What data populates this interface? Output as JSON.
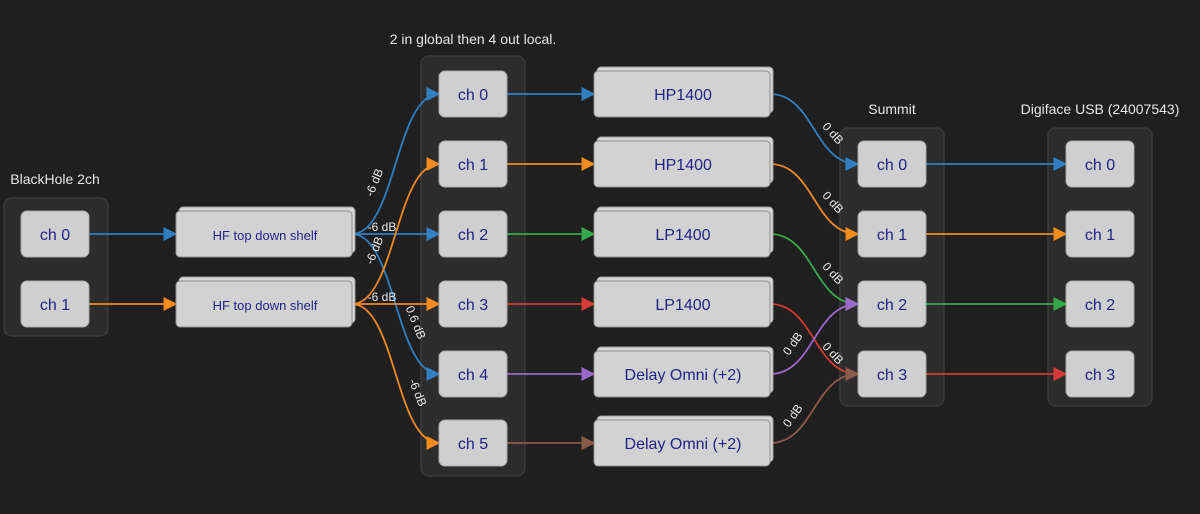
{
  "colors": {
    "blue": "#2f7fc1",
    "orange": "#f28a1e",
    "green": "#36a84a",
    "red": "#d23a35",
    "purple": "#9a68c8",
    "brown": "#8b5a4a"
  },
  "clusters": {
    "blackhole": {
      "title": "BlackHole 2ch",
      "channels": [
        "ch 0",
        "ch 1"
      ]
    },
    "global_local": {
      "title": "2 in global then 4 out local.",
      "channels": [
        "ch 0",
        "ch 1",
        "ch 2",
        "ch 3",
        "ch 4",
        "ch 5"
      ]
    },
    "summit": {
      "title": "Summit",
      "channels": [
        "ch 0",
        "ch 1",
        "ch 2",
        "ch 3"
      ]
    },
    "digiface": {
      "title": "Digiface USB (24007543)",
      "channels": [
        "ch 0",
        "ch 1",
        "ch 2",
        "ch 3"
      ]
    }
  },
  "shelves": [
    "HF top down shelf",
    "HF top down shelf"
  ],
  "filters": [
    "HP1400",
    "HP1400",
    "LP1400",
    "LP1400",
    "Delay Omni (+2)",
    "Delay Omni (+2)"
  ],
  "edge_labels": {
    "shelf0_ch1": "-6 dB",
    "shelf0_ch2": "-6 dB",
    "shelf1_ch2": "-6 dB",
    "shelf1_ch3": "-6 dB",
    "shelf1_ch4": "0.6 dB",
    "shelf1_ch5": "-6 dB",
    "hp0_summit0": "0 dB",
    "hp1_summit1": "0 dB",
    "lp0_summit2": "0 dB",
    "lp1_summit3": "0 dB",
    "delay0_summit2": "0 dB",
    "delay1_summit3": "0 dB"
  }
}
